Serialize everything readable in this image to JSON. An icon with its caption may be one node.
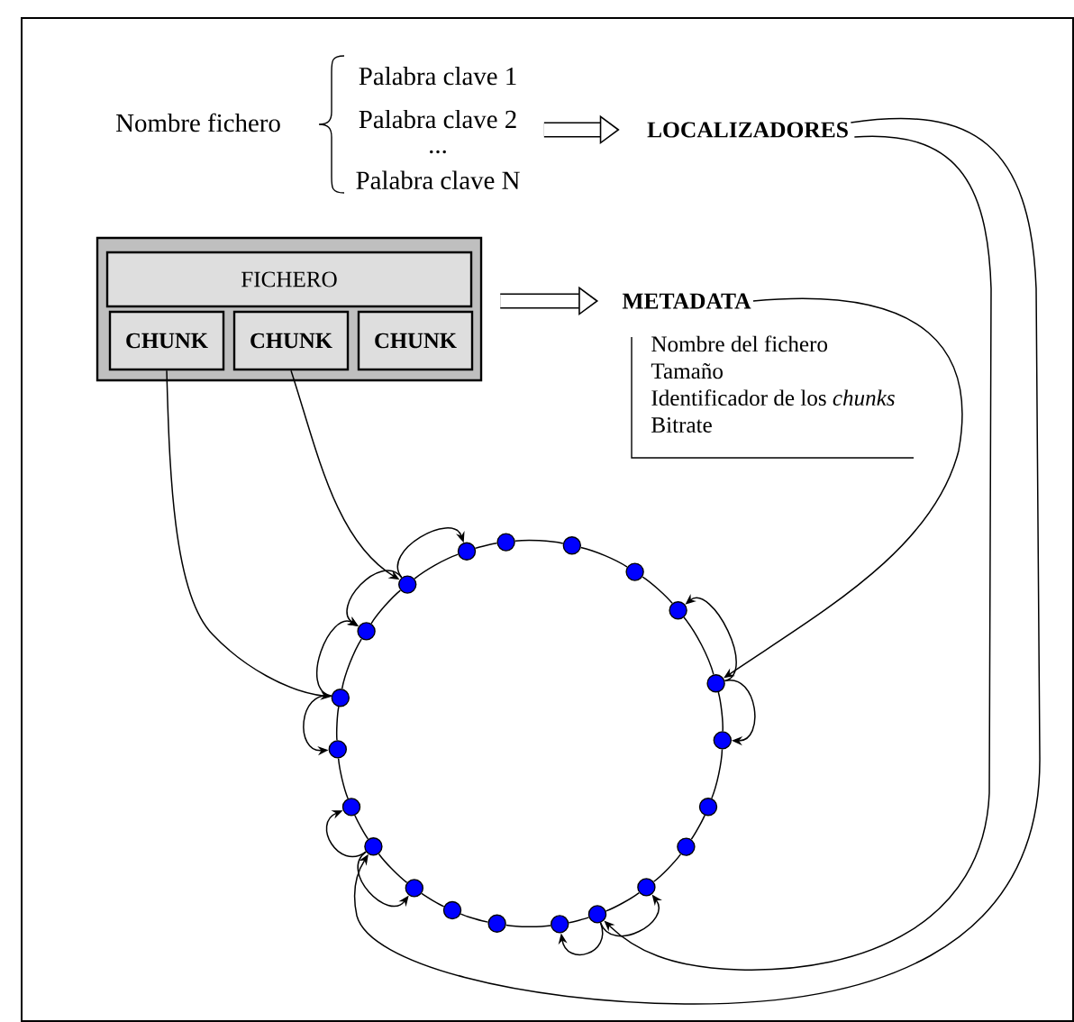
{
  "diagram": {
    "nodes": [
      {
        "text": [
          "Nombre fichero"
        ]
      },
      {
        "text": [
          "Palabra clave 1",
          "Palabra clave 2",
          "...",
          "Palabra clave N"
        ]
      },
      {
        "text": [
          "LOCALIZADORES"
        ]
      },
      {
        "text": [],
        "shape": "box"
      },
      {
        "text": [
          "FICHERO"
        ],
        "in": 3
      },
      {
        "text": [
          "CHUNK"
        ],
        "in": 3
      },
      {
        "text": [
          "CHUNK"
        ],
        "in": 3
      },
      {
        "text": [
          "CHUNK"
        ],
        "in": 3
      },
      {
        "text": [
          "METADATA"
        ]
      },
      {
        "text": [
          "Nombre del fichero",
          "Tamaño",
          "Identificador de los *chunks*",
          "Bitrate"
        ]
      },
      {
        "text": [],
        "shape": "circle"
      },
      {
        "text": [],
        "shape": "circle"
      },
      {
        "text": [],
        "shape": "circle"
      },
      {
        "text": [],
        "shape": "circle"
      },
      {
        "text": [],
        "shape": "circle"
      },
      {
        "text": [],
        "shape": "circle"
      },
      {
        "text": [],
        "shape": "circle"
      },
      {
        "text": [],
        "shape": "circle"
      },
      {
        "text": [],
        "shape": "circle"
      },
      {
        "text": [],
        "shape": "circle"
      },
      {
        "text": [],
        "shape": "circle"
      },
      {
        "text": [],
        "shape": "circle"
      },
      {
        "text": [],
        "shape": "circle"
      },
      {
        "text": [],
        "shape": "circle"
      },
      {
        "text": [],
        "shape": "circle"
      },
      {
        "text": [],
        "shape": "circle"
      },
      {
        "text": [],
        "shape": "circle"
      },
      {
        "text": [],
        "shape": "circle"
      },
      {
        "text": [],
        "shape": "circle"
      },
      {
        "text": [],
        "shape": "circle"
      },
      {
        "text": [],
        "shape": "circle"
      }
    ],
    "edges": [
      {
        "from": 1,
        "to": 2,
        "arrow": "to",
        "style": "thick"
      },
      {
        "from": 3,
        "to": 8,
        "arrow": "to",
        "style": "thick"
      },
      {
        "from": 5,
        "to": 29,
        "arrow": "to"
      },
      {
        "from": 6,
        "to": 10,
        "arrow": "to"
      },
      {
        "from": 8,
        "to": 16,
        "arrow": "to"
      },
      {
        "from": 2,
        "to": 21,
        "arrow": "to"
      },
      {
        "from": 2,
        "to": 26,
        "arrow": "to"
      },
      {
        "from": 10,
        "to": 11,
        "arrow": "to"
      },
      {
        "from": 10,
        "to": 30,
        "arrow": "to"
      },
      {
        "from": 29,
        "to": 30,
        "arrow": "to"
      },
      {
        "from": 29,
        "to": 28,
        "arrow": "to"
      },
      {
        "from": 16,
        "to": 15,
        "arrow": "to"
      },
      {
        "from": 16,
        "to": 17,
        "arrow": "to"
      },
      {
        "from": 26,
        "to": 27,
        "arrow": "to"
      },
      {
        "from": 26,
        "to": 25,
        "arrow": "to"
      },
      {
        "from": 21,
        "to": 22,
        "arrow": "to"
      },
      {
        "from": 21,
        "to": 20,
        "arrow": "to"
      },
      {
        "from": 10,
        "to": 11,
        "arrow": "none"
      },
      {
        "from": 11,
        "to": 12,
        "arrow": "none"
      },
      {
        "from": 12,
        "to": 13,
        "arrow": "none"
      },
      {
        "from": 13,
        "to": 14,
        "arrow": "none"
      },
      {
        "from": 14,
        "to": 15,
        "arrow": "none"
      },
      {
        "from": 15,
        "to": 16,
        "arrow": "none"
      },
      {
        "from": 16,
        "to": 17,
        "arrow": "none"
      },
      {
        "from": 17,
        "to": 18,
        "arrow": "none"
      },
      {
        "from": 18,
        "to": 19,
        "arrow": "none"
      },
      {
        "from": 19,
        "to": 20,
        "arrow": "none"
      },
      {
        "from": 20,
        "to": 21,
        "arrow": "none"
      },
      {
        "from": 21,
        "to": 22,
        "arrow": "none"
      },
      {
        "from": 22,
        "to": 23,
        "arrow": "none"
      },
      {
        "from": 23,
        "to": 24,
        "arrow": "none"
      },
      {
        "from": 24,
        "to": 25,
        "arrow": "none"
      },
      {
        "from": 25,
        "to": 26,
        "arrow": "none"
      },
      {
        "from": 26,
        "to": 27,
        "arrow": "none"
      },
      {
        "from": 27,
        "to": 28,
        "arrow": "none"
      },
      {
        "from": 28,
        "to": 29,
        "arrow": "none"
      },
      {
        "from": 29,
        "to": 30,
        "arrow": "none"
      },
      {
        "from": 30,
        "to": 10,
        "arrow": "none"
      }
    ]
  }
}
